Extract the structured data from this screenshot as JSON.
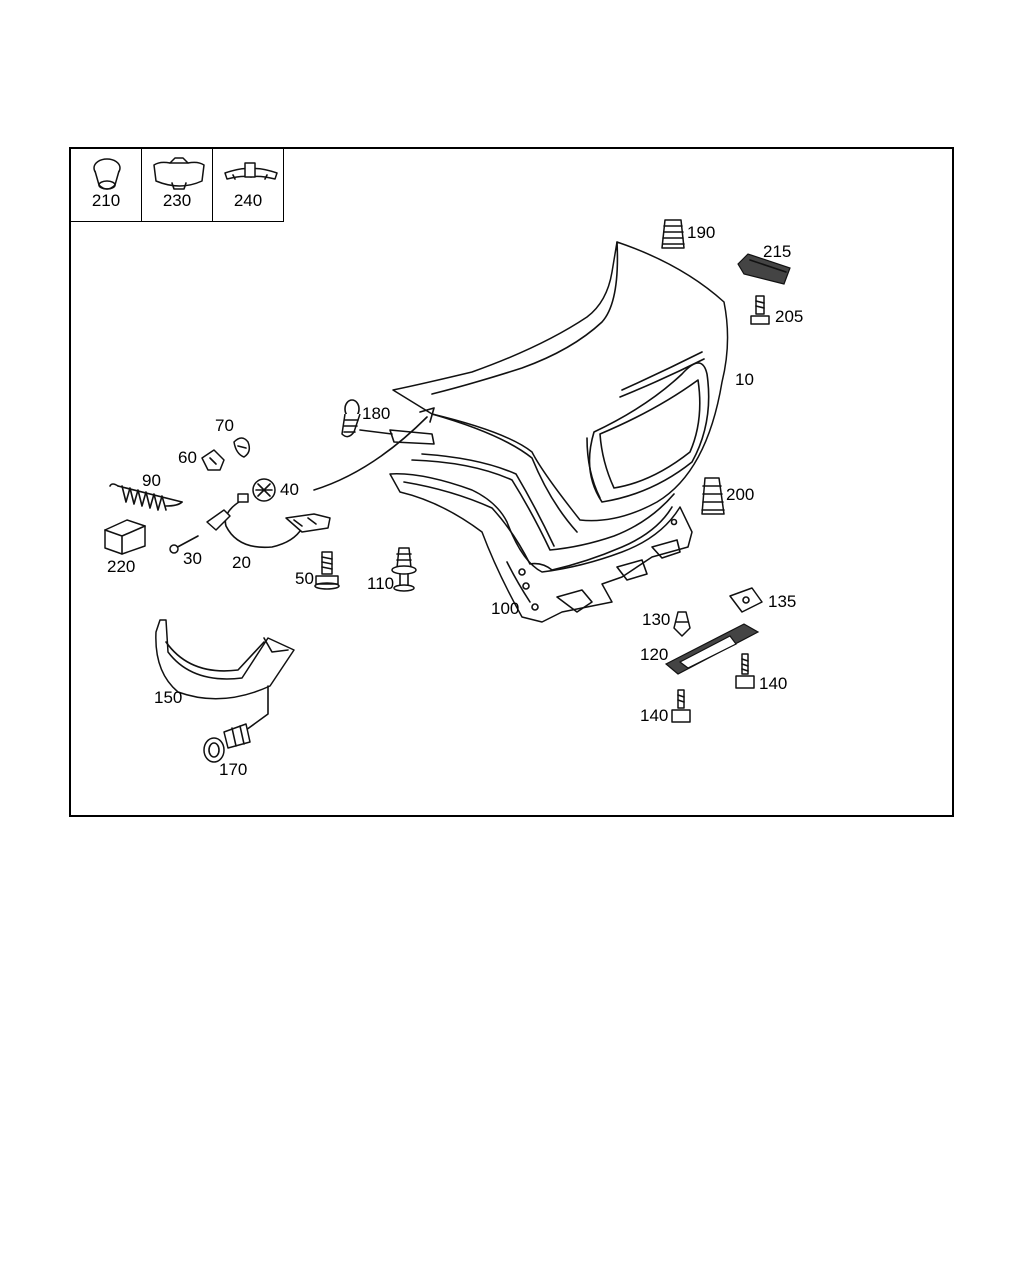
{
  "legend": [
    {
      "id": "210",
      "icon": "plug-icon"
    },
    {
      "id": "230",
      "icon": "trim-panel-icon"
    },
    {
      "id": "240",
      "icon": "trim-strip-icon"
    }
  ],
  "callouts": {
    "c10": "10",
    "c20": "20",
    "c30": "30",
    "c40": "40",
    "c50": "50",
    "c60": "60",
    "c70": "70",
    "c90": "90",
    "c100": "100",
    "c110": "110",
    "c120": "120",
    "c130": "130",
    "c135": "135",
    "c140a": "140",
    "c140b": "140",
    "c150": "150",
    "c170": "170",
    "c180": "180",
    "c190": "190",
    "c200": "200",
    "c205": "205",
    "c215": "215",
    "c220": "220"
  },
  "colors": {
    "line": "#111111",
    "frame": "#000000",
    "background": "#ffffff"
  }
}
